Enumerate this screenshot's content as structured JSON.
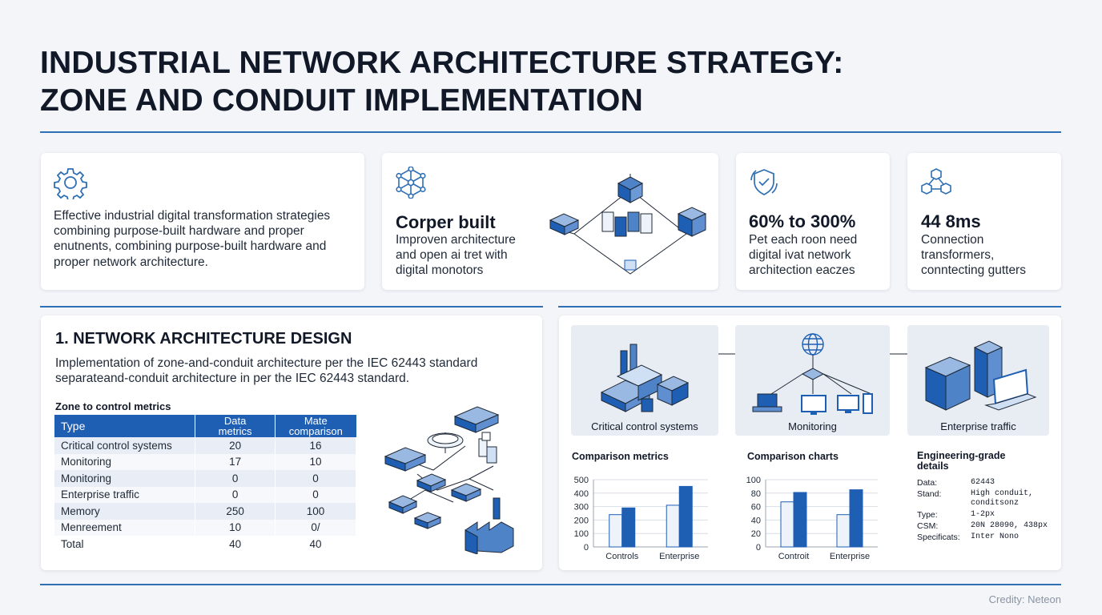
{
  "title": {
    "line1": "INDUSTRIAL NETWORK ARCHITECTURE STRATEGY:",
    "line2": "ZONE AND CONDUIT IMPLEMENTATION"
  },
  "colors": {
    "accent": "#1e5fb4",
    "rule": "#2f6fb3",
    "bar_light": "#eef3fa",
    "bar_dark": "#1e5fb4"
  },
  "cards": [
    {
      "icon": "gear-icon",
      "text": "Effective industrial digital transformation strategies combining purpose-built hardware and proper enutnents, combining purpose-built hardware and proper network architecture."
    },
    {
      "icon": "network-hub-icon",
      "headline": "Corper built",
      "text": "Improven architecture and open ai tret with digital monotors"
    },
    {
      "icon": "shield-check-icon",
      "headline": "60% to 300%",
      "text": "Pet each roon need digital ivat network architection eaczes"
    },
    {
      "icon": "cubes-icon",
      "headline": "44 8ms",
      "text": "Connection transformers, conntecting gutters"
    }
  ],
  "section1": {
    "title": "1. NETWORK ARCHITECTURE DESIGN",
    "desc_line1": "Implementation of zone-and-conduit architecture per the IEC 62443 standard",
    "desc_line2": "separateand-conduit architecture in per the IEC 62443 standard.",
    "table_caption": "Zone to control metrics",
    "table": {
      "headers": [
        "Type",
        "Data metrics",
        "Mate comparison"
      ],
      "rows": [
        [
          "Critical control systems",
          "20",
          "16"
        ],
        [
          "Monitoring",
          "17",
          "10"
        ],
        [
          "Monitoring",
          "0",
          "0"
        ],
        [
          "Enterprise traffic",
          "0",
          "0"
        ],
        [
          "Memory",
          "250",
          "100"
        ],
        [
          "Menreement",
          "10",
          "0/"
        ],
        [
          "Total",
          "40",
          "40"
        ]
      ]
    }
  },
  "zones": [
    {
      "label": "Critical control systems",
      "icon": "factory-icon"
    },
    {
      "label": "Monitoring",
      "icon": "monitor-icon"
    },
    {
      "label": "Enterprise traffic",
      "icon": "server-rack-icon"
    }
  ],
  "chart_data": [
    {
      "type": "bar",
      "title": "Comparison metrics",
      "categories": [
        "Controls",
        "Enterprise"
      ],
      "series": [
        {
          "values": [
            240,
            310
          ]
        },
        {
          "values": [
            290,
            450
          ]
        }
      ],
      "ylim": [
        0,
        500
      ],
      "yticks": [
        0,
        100,
        200,
        300,
        400,
        500
      ],
      "grid": true
    },
    {
      "type": "bar",
      "title": "Comparison charts",
      "categories": [
        "Controit",
        "Enterprise"
      ],
      "series": [
        {
          "values": [
            67,
            48
          ]
        },
        {
          "values": [
            81,
            85
          ]
        }
      ],
      "ylim": [
        0,
        100
      ],
      "yticks": [
        0,
        20,
        40,
        60,
        80,
        100
      ],
      "grid": true
    }
  ],
  "details": {
    "title": "Engineering-grade details",
    "rows": [
      {
        "k": "Data:",
        "v": "62443"
      },
      {
        "k": "Stand:",
        "v": "High conduit, conditsonz"
      },
      {
        "k": "Type:",
        "v": "1-2px"
      },
      {
        "k": "CSM:",
        "v": "20N 28090, 438px"
      },
      {
        "k": "Specificats:",
        "v": "Inter Nono"
      }
    ]
  },
  "credit": "Credity: Neteon"
}
